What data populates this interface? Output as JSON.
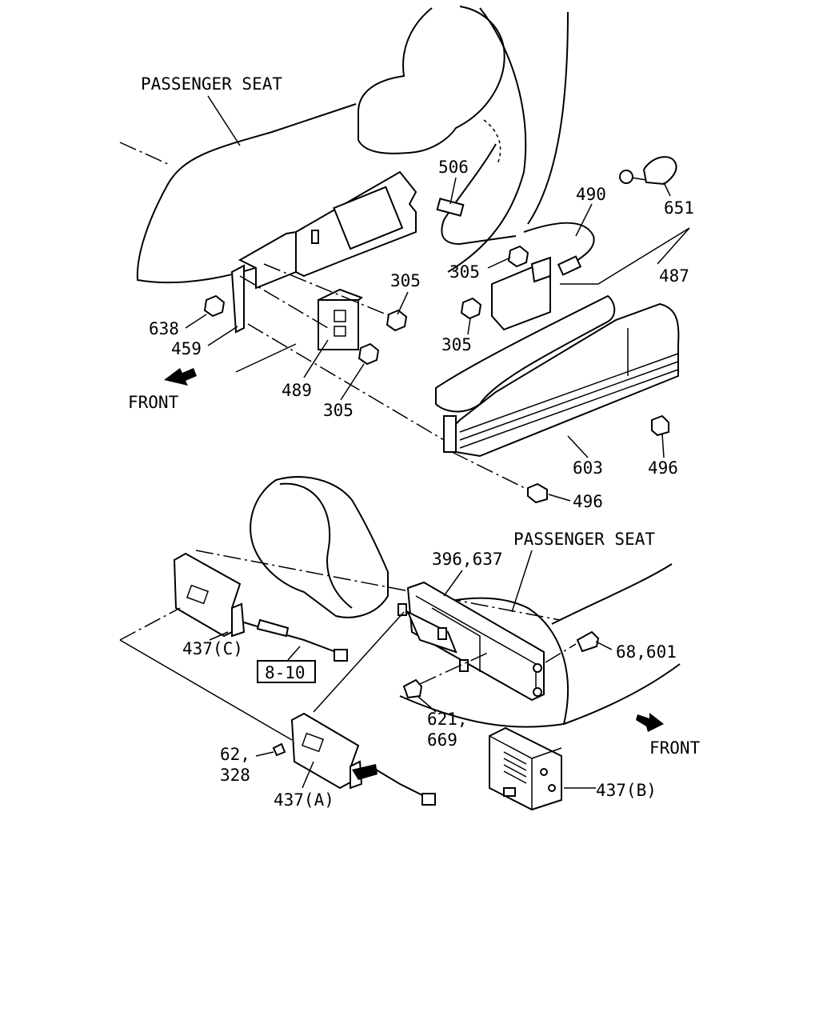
{
  "labels": {
    "passenger_seat_top": "PASSENGER SEAT",
    "passenger_seat_bottom": "PASSENGER SEAT",
    "front_top": "FRONT",
    "front_bottom": "FRONT",
    "p506": "506",
    "p490": "490",
    "p651": "651",
    "p487": "487",
    "p305_a": "305",
    "p305_b": "305",
    "p305_c": "305",
    "p305_d": "305",
    "p638": "638",
    "p459": "459",
    "p489": "489",
    "p603": "603",
    "p496_a": "496",
    "p496_b": "496",
    "p396_637": "396,637",
    "p437c": "437(C)",
    "ref_box": "8-10",
    "p68_601": "68,601",
    "p621": "621,",
    "p669": "669",
    "p62": "62,",
    "p328": "328",
    "p437a": "437(A)",
    "p437b": "437(B)"
  }
}
